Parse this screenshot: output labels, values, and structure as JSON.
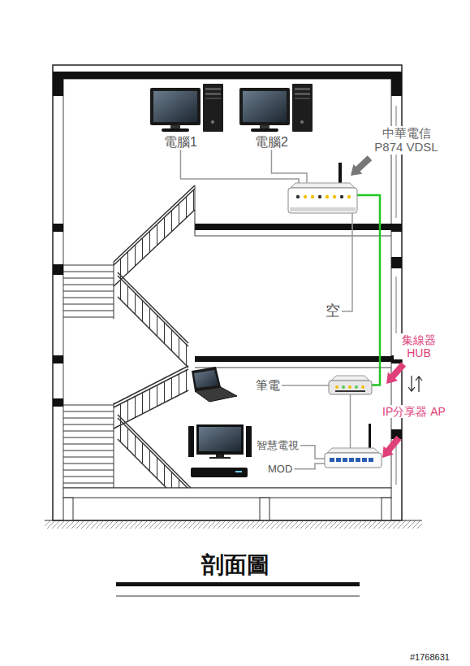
{
  "diagram": {
    "title": "剖面圖",
    "nodes": [
      {
        "text": [
          "電腦1"
        ]
      },
      {
        "text": [
          "電腦2"
        ]
      },
      {
        "text": [
          "中華電信 P874 VDSL"
        ]
      },
      {
        "text": [
          "空"
        ]
      },
      {
        "text": [
          "集線器 HUB"
        ]
      },
      {
        "text": [
          "筆電"
        ]
      },
      {
        "text": [
          "IP分享器 AP"
        ]
      },
      {
        "text": [
          "智慧電視"
        ]
      },
      {
        "text": [
          "MOD"
        ]
      }
    ],
    "edges": [
      {
        "from": 0,
        "to": 2,
        "arrow": "none"
      },
      {
        "from": 1,
        "to": 2,
        "arrow": "none"
      },
      {
        "from": 3,
        "to": 2,
        "arrow": "none"
      },
      {
        "from": 2,
        "to": 4,
        "arrow": "none"
      },
      {
        "from": 5,
        "to": 4,
        "arrow": "none"
      },
      {
        "from": 4,
        "to": 6,
        "arrow": "none"
      },
      {
        "from": 7,
        "to": 6,
        "arrow": "none"
      },
      {
        "from": 8,
        "to": 6,
        "arrow": "none"
      }
    ],
    "labels": [
      "#1768631"
    ]
  }
}
